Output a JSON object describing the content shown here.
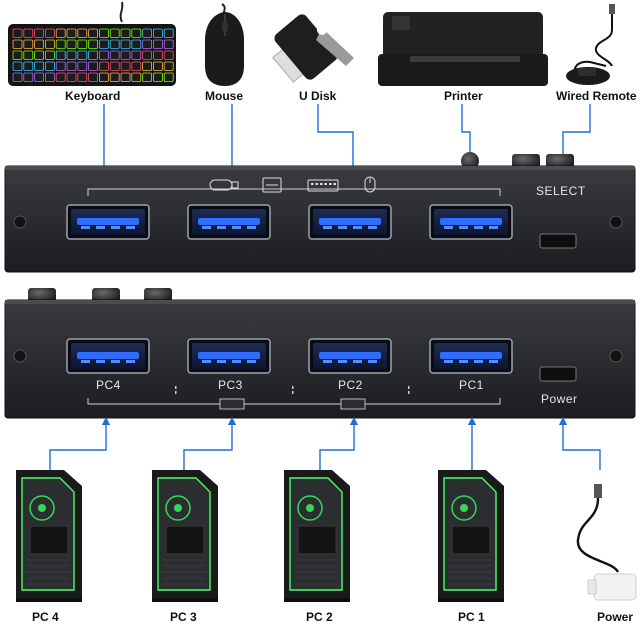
{
  "devices_top": [
    {
      "label": "Keyboard",
      "icon": "keyboard-icon"
    },
    {
      "label": "Mouse",
      "icon": "mouse-icon"
    },
    {
      "label": "U Disk",
      "icon": "usb-drive-icon"
    },
    {
      "label": "Printer",
      "icon": "printer-icon"
    },
    {
      "label": "Wired Remote",
      "icon": "wired-remote-icon"
    }
  ],
  "top_panel": {
    "select_label": "SELECT",
    "port_icons": [
      "usb-plug-icon",
      "printer-icon",
      "keyboard-icon",
      "mouse-icon"
    ]
  },
  "bottom_panel": {
    "port_labels": [
      "PC4",
      "PC3",
      "PC2",
      "PC1"
    ],
    "power_label": "Power"
  },
  "devices_bottom": [
    {
      "label": "PC 4",
      "icon": "pc-tower-icon"
    },
    {
      "label": "PC 3",
      "icon": "pc-tower-icon"
    },
    {
      "label": "PC 2",
      "icon": "pc-tower-icon"
    },
    {
      "label": "PC 1",
      "icon": "pc-tower-icon"
    },
    {
      "label": "Power",
      "icon": "power-adapter-icon"
    }
  ],
  "colors": {
    "panel": "#2b2d31",
    "usb_blue": "#2f6dff",
    "connector": "#1f6fd6"
  }
}
